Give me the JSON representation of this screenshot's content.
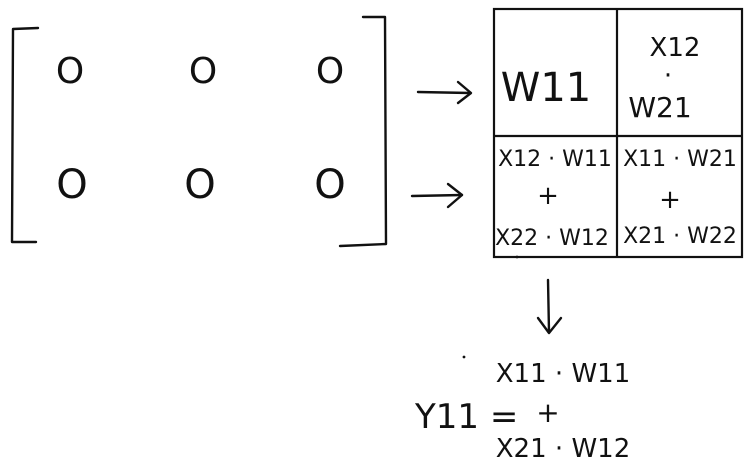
{
  "matrix": {
    "rows": 2,
    "cols": 3,
    "cells": [
      "O",
      "O",
      "O",
      "O",
      "O",
      "O"
    ]
  },
  "result_grid": {
    "top_left": "W11",
    "top_right_line1": "X12",
    "top_right_dot": "·",
    "top_right_line2": "W21",
    "bottom_left_line1": "X12 · W11",
    "bottom_left_plus": "+",
    "bottom_left_line2": "X22 · W12",
    "bottom_right_line1": "X11 · W21",
    "bottom_right_plus": "+",
    "bottom_right_line2": "X21 · W22"
  },
  "equation": {
    "lhs": "Y11 =",
    "line1": "X11 · W11",
    "plus": "+",
    "line2": "X21 · W12"
  }
}
